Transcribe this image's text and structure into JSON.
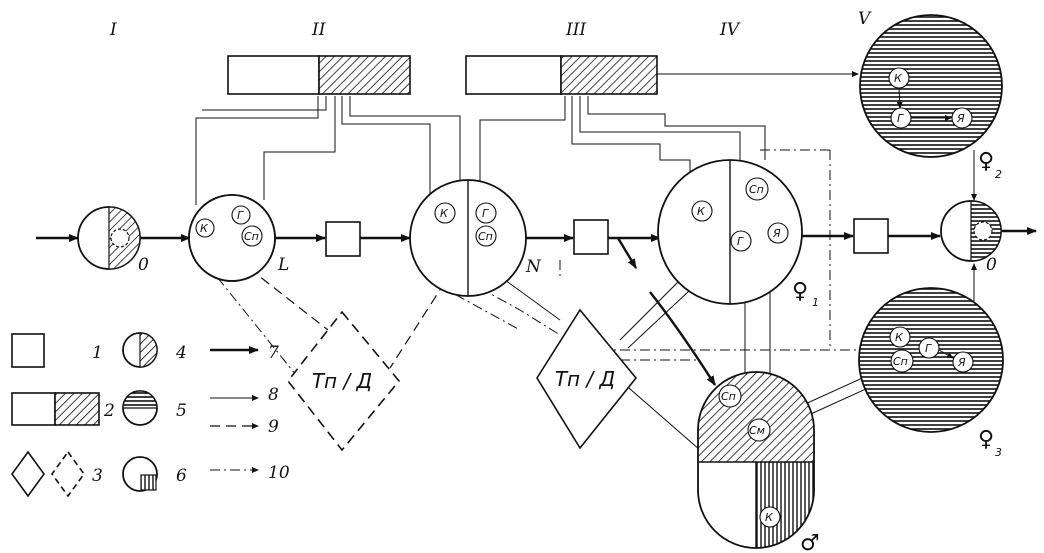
{
  "stages": [
    "I",
    "II",
    "III",
    "IV",
    "V"
  ],
  "labels": {
    "zero_left": "0",
    "zero_right": "0",
    "l": "L",
    "n": "N",
    "female_1": "1",
    "female_2": "2",
    "female_3": "3"
  },
  "nodes": {
    "k": "К",
    "g": "Г",
    "sp": "Сп",
    "ya": "Я",
    "sm": "См"
  },
  "diamond_text": "Тп / Д",
  "legend": {
    "items": [
      "1",
      "2",
      "3",
      "4",
      "5",
      "6",
      "7",
      "8",
      "9",
      "10"
    ]
  },
  "symbols": {
    "female": "♀",
    "male": "♂"
  }
}
